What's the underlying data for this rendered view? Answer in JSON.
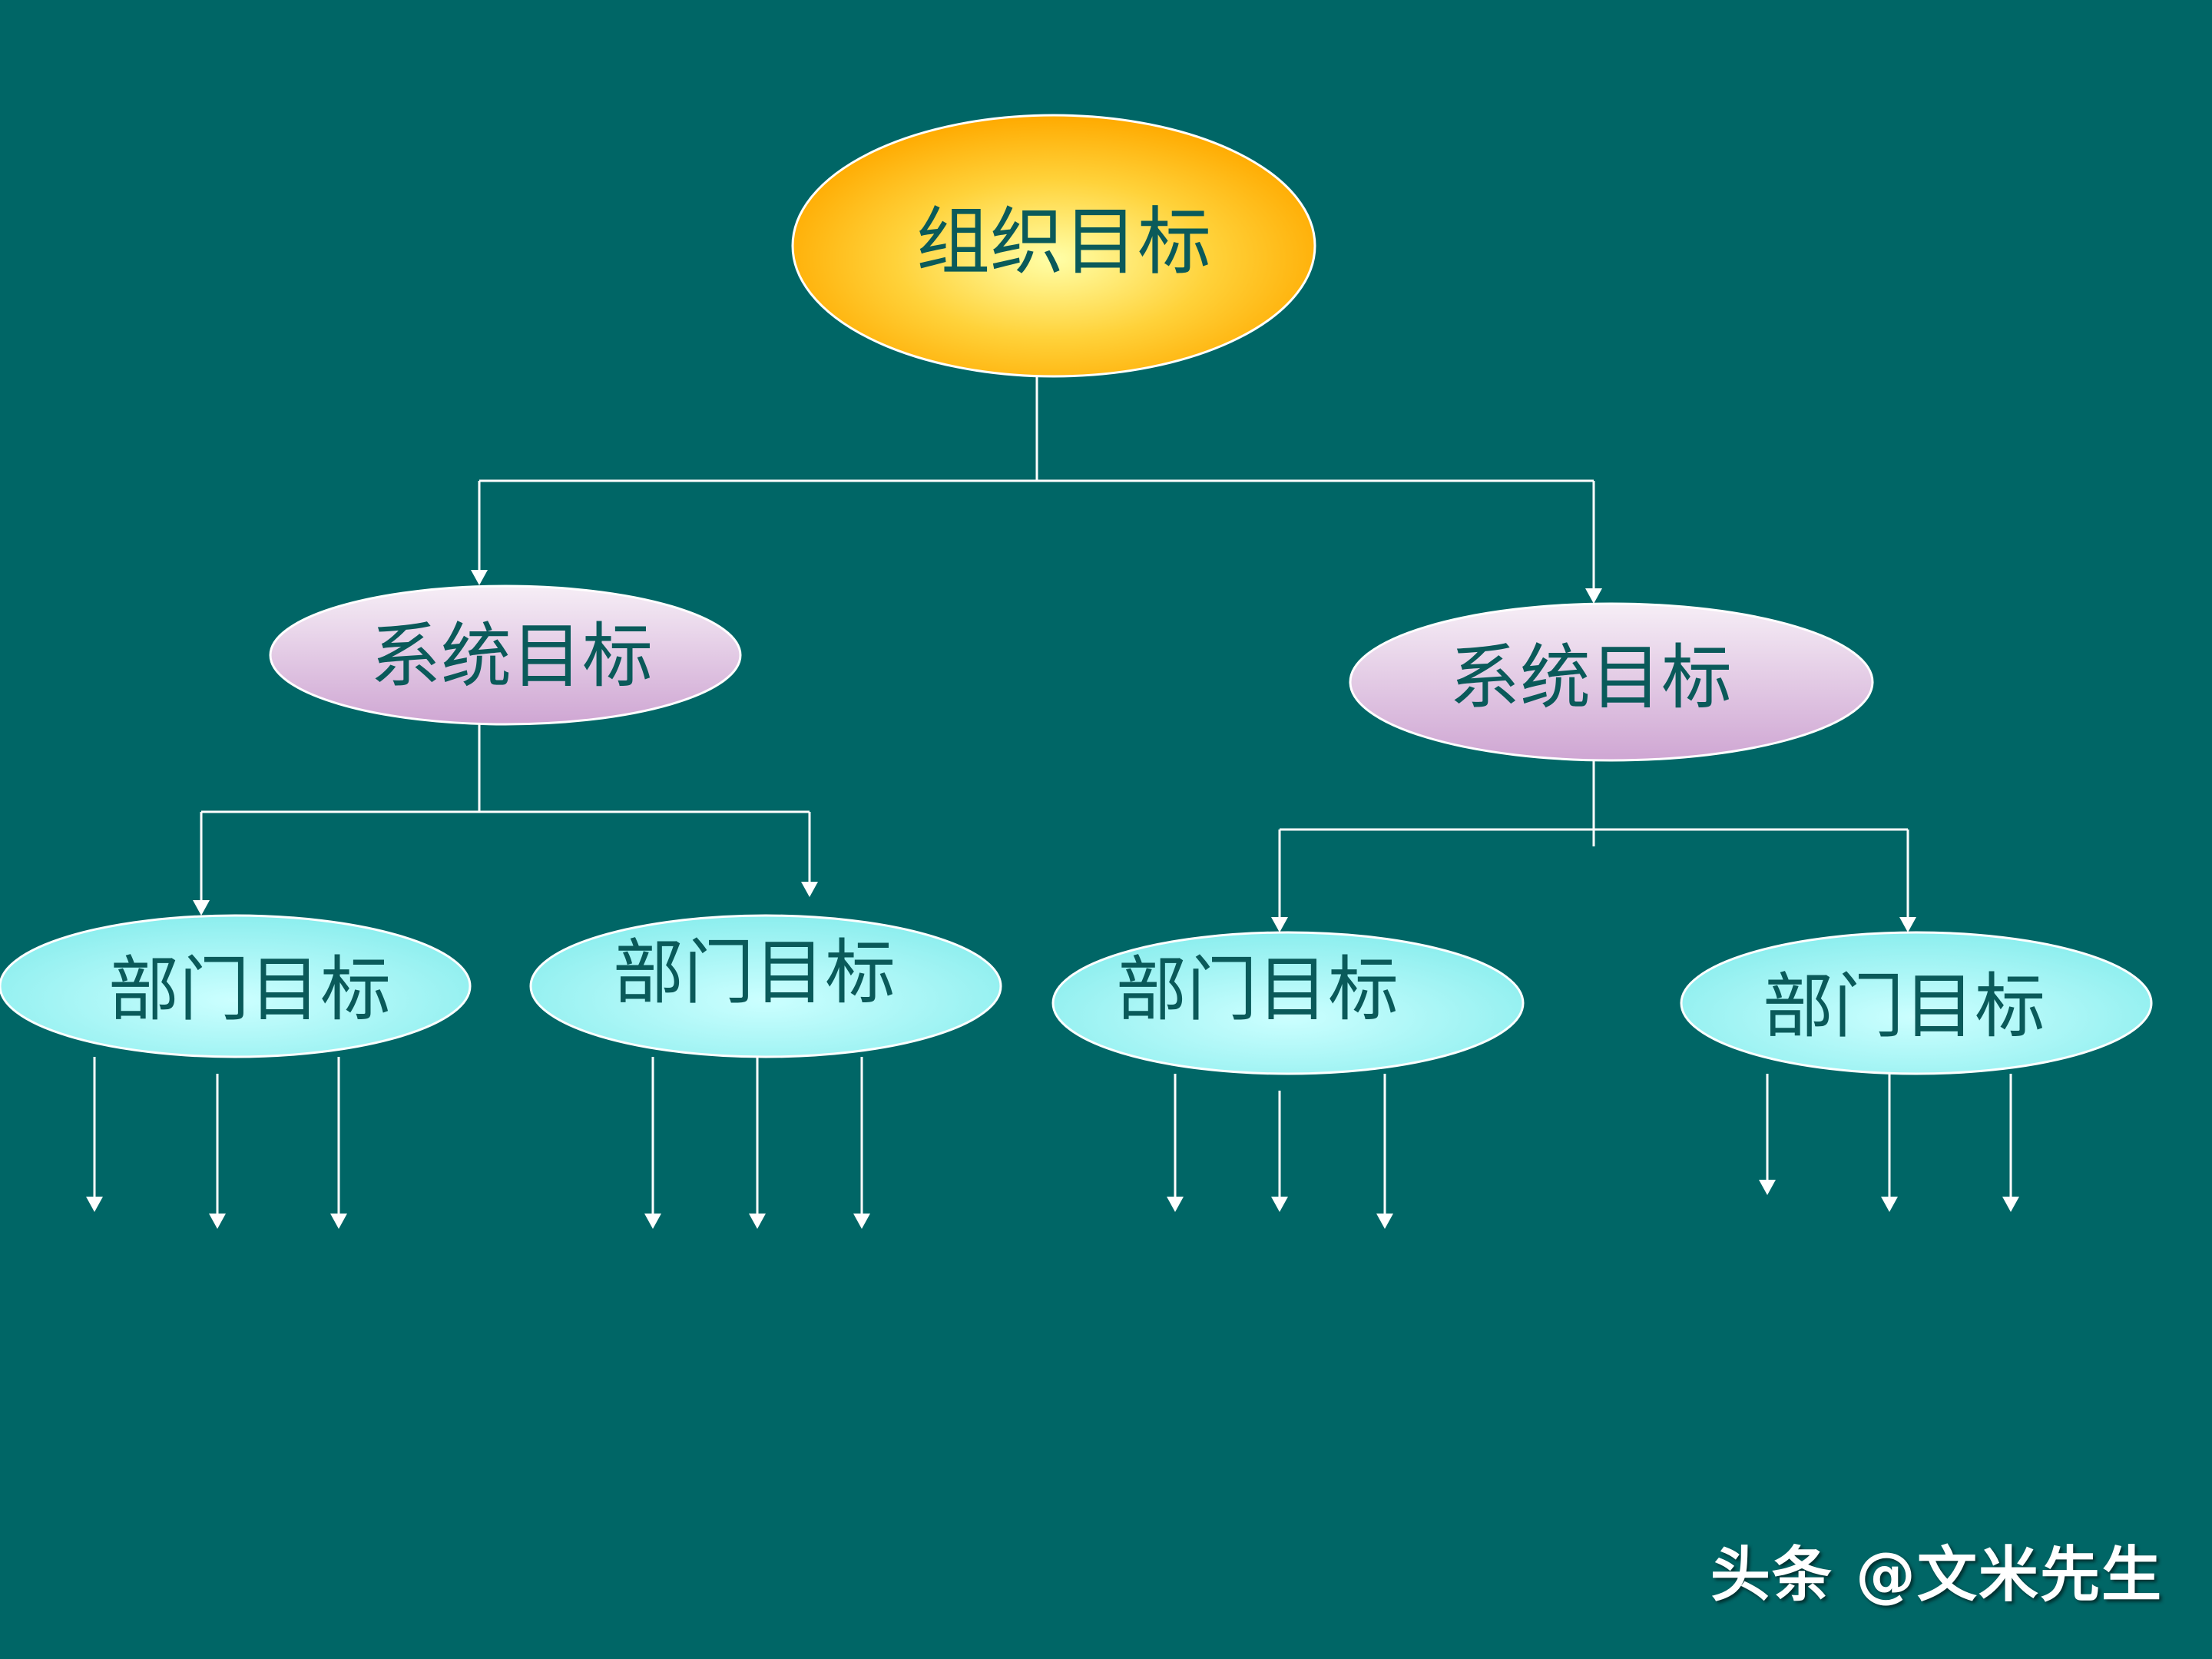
{
  "diagram": {
    "root": {
      "label": "组织目标",
      "children": [
        {
          "label": "系统目标",
          "children": [
            {
              "label": "部门目标",
              "outgoing_arrows": 3
            },
            {
              "label": "部门目标",
              "outgoing_arrows": 3
            }
          ]
        },
        {
          "label": "系统目标",
          "children": [
            {
              "label": "部门目标",
              "outgoing_arrows": 3
            },
            {
              "label": "部门目标",
              "outgoing_arrows": 3
            }
          ]
        }
      ]
    }
  },
  "watermark": "头条 @文米先生",
  "colors": {
    "background": "#006666",
    "root_fill_center": "#FFFF99",
    "root_fill_edge": "#FFAA00",
    "system_fill_top": "#F4ECF4",
    "system_fill_bottom": "#D0A8D4",
    "dept_fill_center": "#C8FFFF",
    "dept_fill_edge": "#88F0F0",
    "connector": "#FFFFFF",
    "node_text": "#0A5A5A"
  }
}
